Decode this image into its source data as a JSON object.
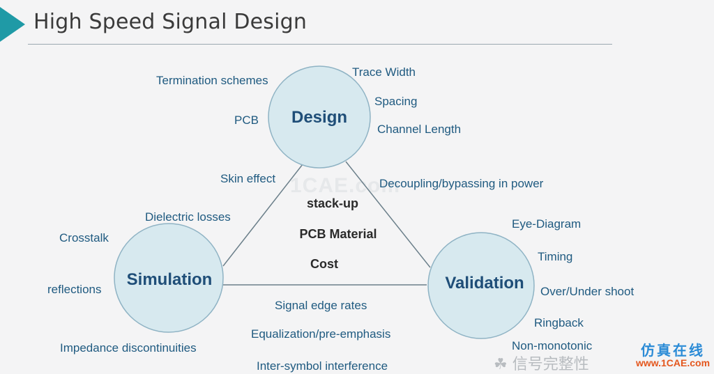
{
  "slide": {
    "title": "High Speed Signal Design"
  },
  "nodes": {
    "design": "Design",
    "simulation": "Simulation",
    "validation": "Validation"
  },
  "center_items": [
    "stack-up",
    "PCB Material",
    "Cost"
  ],
  "design_items": [
    "Termination  schemes",
    "PCB",
    "Trace Width",
    "Spacing",
    "Channel  Length"
  ],
  "edge_items": {
    "design_simulation": [
      "Skin effect",
      "Dielectric losses"
    ],
    "design_validation": [
      "Decoupling/bypassing in power"
    ],
    "simulation_validation": [
      "Signal edge rates",
      "Equalization/pre-emphasis",
      "Inter-symbol interference"
    ]
  },
  "simulation_items": [
    "Crosstalk",
    "reflections",
    "Impedance discontinuities"
  ],
  "validation_items": [
    "Eye-Diagram",
    "Timing",
    "Over/Under shoot",
    "Ringback",
    "Non-monotonic"
  ],
  "watermark": "1CAE.com",
  "footer": {
    "wechat_text": "信号完整性",
    "site_name": "仿真在线",
    "site_url": "www.1CAE.com"
  },
  "colors": {
    "accent": "#1f9aa6",
    "node_fill": "#d7e9ef",
    "node_stroke": "#8fb3c4",
    "node_text": "#1f4e78",
    "label_text": "#1f5a80"
  }
}
